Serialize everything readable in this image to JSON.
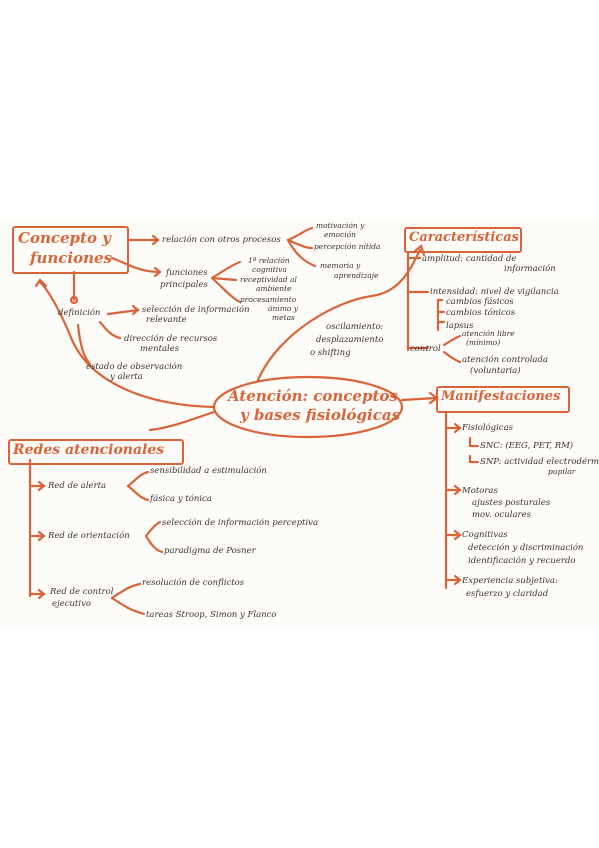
{
  "colors": {
    "accent": "#d9643a",
    "ink": "#3a3433",
    "paper": "#fdfcf9"
  },
  "center": {
    "line1": "Atención: conceptos",
    "line2": "y bases fisiológicas"
  },
  "concepto": {
    "title1": "Concepto y",
    "title2": "funciones",
    "relacion": "relación con otros procesos",
    "procesos": [
      "motivación y",
      "emoción",
      "percepción nítida",
      "memoria y",
      "aprendizaje"
    ],
    "funciones": [
      "funciones",
      "principales"
    ],
    "funciones_items": [
      "1ª relación",
      "cognitiva",
      "receptividad al",
      "ambiente",
      "procesamiento",
      "ánimo y",
      "metas"
    ],
    "definicion": "definición",
    "def_items": [
      "selección de información",
      "relevante",
      "dirección de recursos",
      "mentales",
      "estado de observación",
      "y alerta"
    ]
  },
  "caracteristicas": {
    "title": "Características",
    "amplitud": [
      "amplitud: cantidad de",
      "información"
    ],
    "intensidad": [
      "intensidad: nivel de vigilancia",
      "cambios fásicos",
      "cambios tónicos",
      "lapsus"
    ],
    "control": "control",
    "control_items": [
      "atención libre",
      "(mínimo)",
      "atención controlada",
      "(voluntaria)"
    ],
    "oscilamiento": [
      "oscilamiento:",
      "desplazamiento",
      "o shifting"
    ]
  },
  "manifestaciones": {
    "title": "Manifestaciones",
    "fisiologicas": [
      "Fisiológicas",
      "SNC: (EEG, PET, RM)",
      "SNP: actividad electrodérmica",
      "pupilar"
    ],
    "motoras": [
      "Motoras",
      "ajustes posturales",
      "mov. oculares"
    ],
    "cognitivas": [
      "Cognitivas",
      "detección y discriminación",
      "identificación y recuerdo"
    ],
    "experiencia": [
      "Experiencia subjetiva:",
      "esfuerzo y claridad"
    ]
  },
  "redes": {
    "title": "Redes atencionales",
    "alerta": "Red de alerta",
    "alerta_items": [
      "sensibilidad a estimulación",
      "fásica y tónica"
    ],
    "orientacion": "Red de orientación",
    "orientacion_items": [
      "selección de información perceptiva",
      "paradigma de Posner"
    ],
    "control": [
      "Red de control",
      "ejecutivo"
    ],
    "control_items": [
      "resolución de conflictos",
      "tareas Stroop, Simon y Flanco"
    ]
  }
}
